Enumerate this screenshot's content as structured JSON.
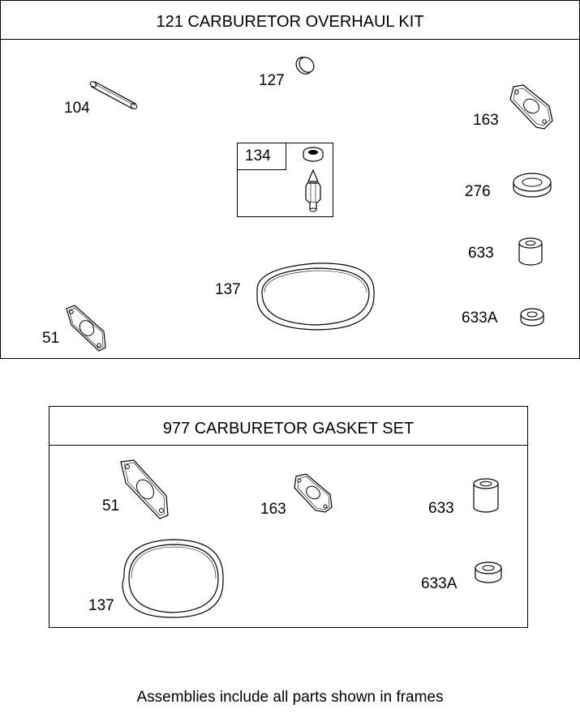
{
  "kit_overhaul": {
    "title": "121 CARBURETOR OVERHAUL KIT",
    "parts": {
      "p104": "104",
      "p127": "127",
      "p163": "163",
      "p134": "134",
      "p276": "276",
      "p633": "633",
      "p137": "137",
      "p51": "51",
      "p633a": "633A"
    }
  },
  "kit_gasket": {
    "title": "977 CARBURETOR  GASKET SET",
    "parts": {
      "p51": "51",
      "p163": "163",
      "p633": "633",
      "p137": "137",
      "p633a": "633A"
    }
  },
  "footer": "Assemblies include all parts shown in frames"
}
